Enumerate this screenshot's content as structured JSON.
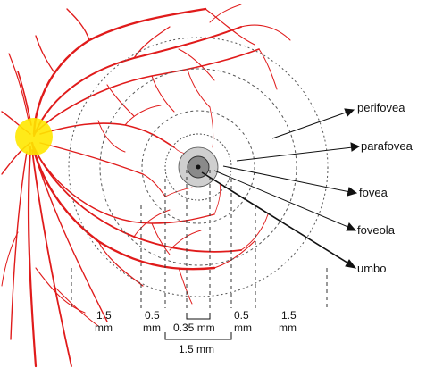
{
  "labels": {
    "perifovea": "perifovea",
    "parafovea": "parafovea",
    "fovea": "fovea",
    "foveola": "foveola",
    "umbo": "umbo"
  },
  "dimensions": {
    "left_outer_value": "1.5",
    "left_outer_unit": "mm",
    "left_inner_value": "0.5",
    "left_inner_unit": "mm",
    "center_foveola": "0.35 mm",
    "right_inner_value": "0.5",
    "right_inner_unit": "mm",
    "right_outer_value": "1.5",
    "right_outer_unit": "mm",
    "fovea_width": "1.5 mm"
  },
  "colors": {
    "vessel": "#e01b1b",
    "optic_disc": "#ffe800",
    "rings": "#555555"
  }
}
